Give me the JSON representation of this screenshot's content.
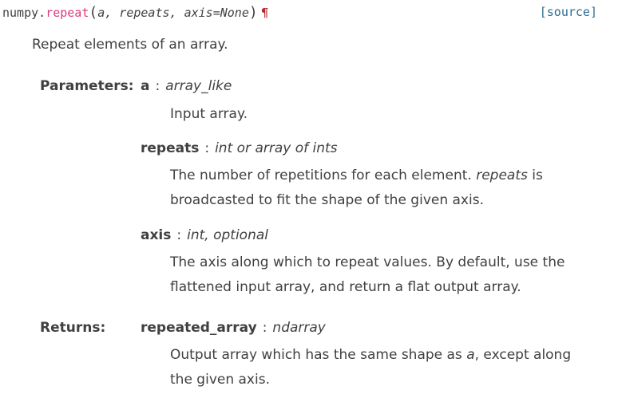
{
  "signature": {
    "module": "numpy.",
    "function": "repeat",
    "open_paren": "(",
    "args": "a, repeats, axis=None",
    "close_paren": ")",
    "pilcrow": "¶"
  },
  "source_link": "[source]",
  "summary": "Repeat elements of an array.",
  "parameters_label": "Parameters:",
  "returns_label": "Returns:",
  "parameters": [
    {
      "name": "a",
      "sep": ":",
      "type": "array_like",
      "desc_lines": [
        "Input array."
      ]
    },
    {
      "name": "repeats",
      "sep": ":",
      "type": "int or array of ints",
      "desc_line1_a": "The number of repetitions for each element. ",
      "desc_line1_b": "repeats",
      "desc_line1_c": " is",
      "desc_line2": "broadcasted to fit the shape of the given axis."
    },
    {
      "name": "axis",
      "sep": ":",
      "type": "int, optional",
      "desc_line1": "The axis along which to repeat values. By default, use the",
      "desc_line2": "flattened input array, and return a flat output array."
    }
  ],
  "returns": {
    "name": "repeated_array",
    "sep": ":",
    "type": "ndarray",
    "desc_line1_a": "Output array which has the same shape as ",
    "desc_line1_b": "a",
    "desc_line1_c": ", except along",
    "desc_line2": "the given axis."
  }
}
